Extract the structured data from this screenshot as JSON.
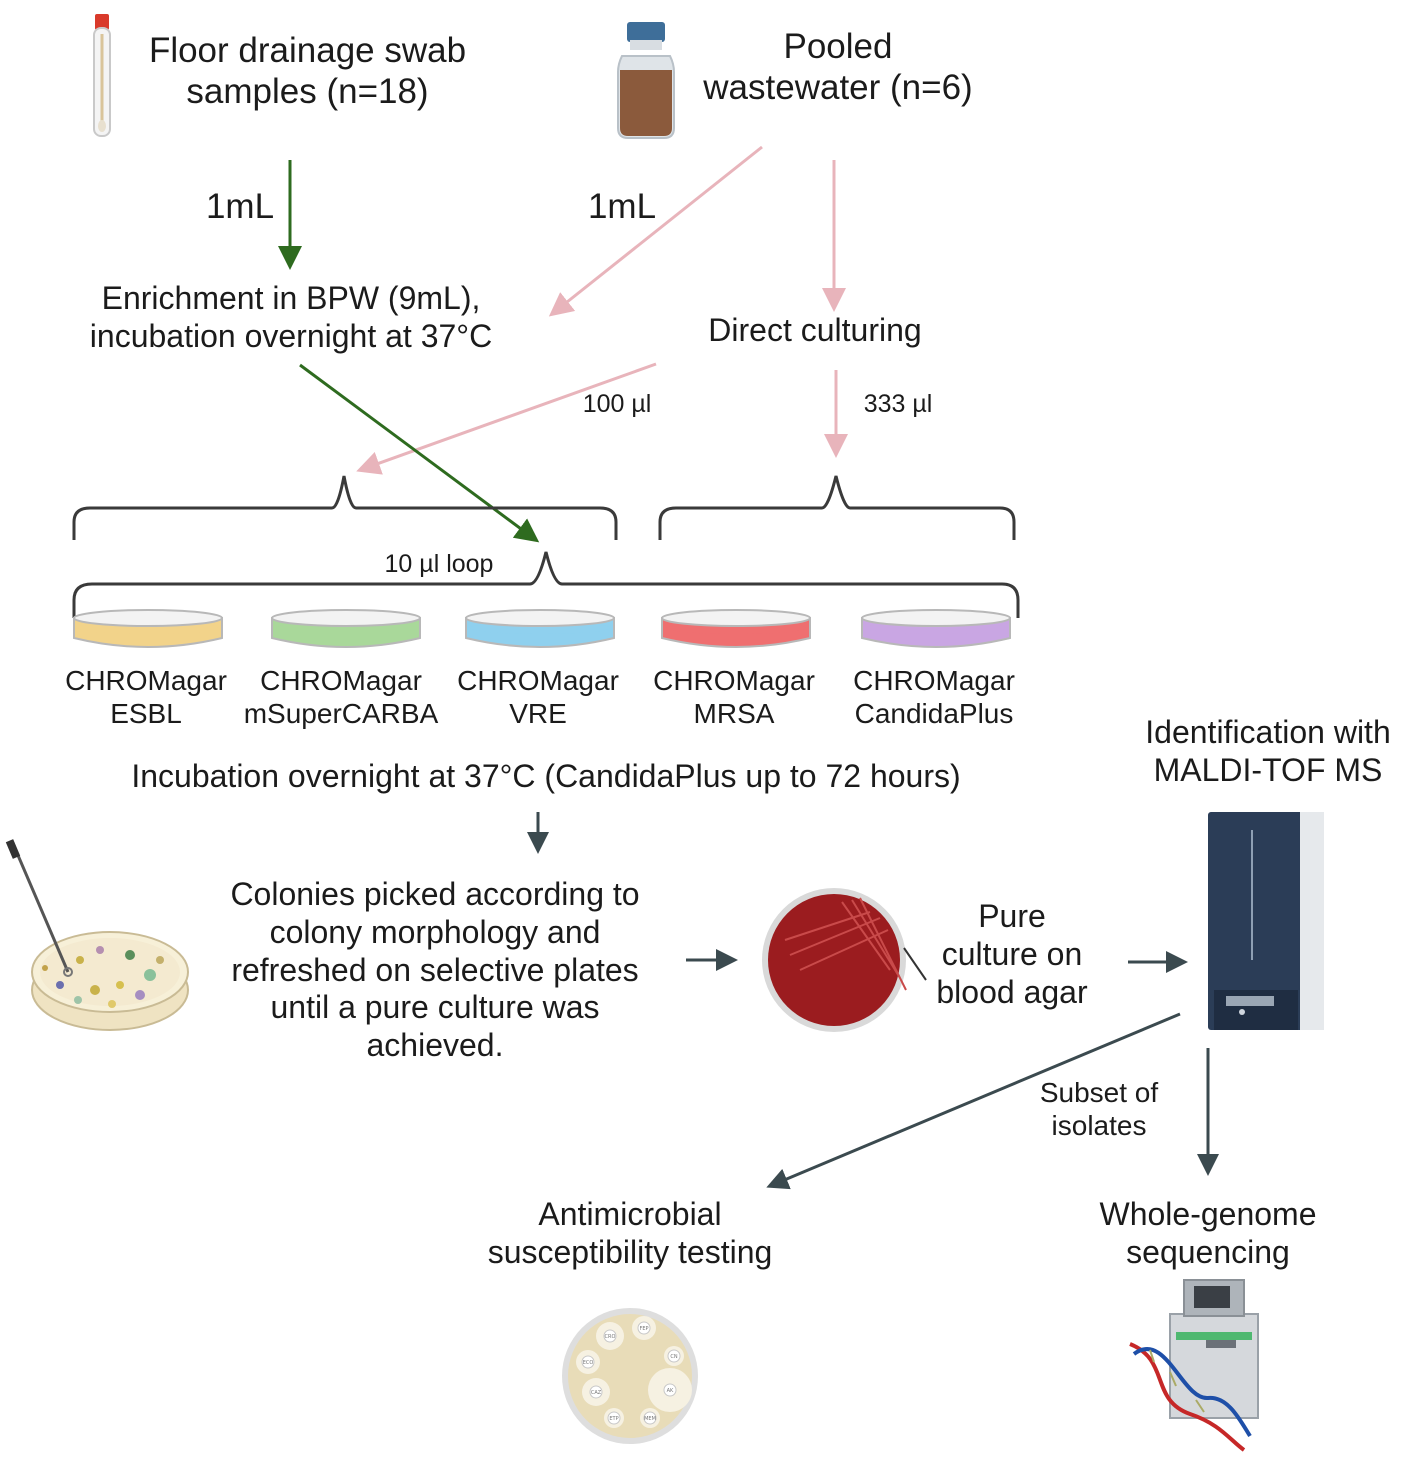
{
  "sources": {
    "swab": "Floor drainage swab\nsamples (n=18)",
    "wastewater": "Pooled\nwastewater (n=6)"
  },
  "volumes": {
    "swab_volume": "1mL",
    "wastewater_volume": "1mL",
    "direct_left_volume": "100 µl",
    "direct_right_volume": "333 µl",
    "loop": "10 µl loop"
  },
  "steps": {
    "enrichment": "Enrichment in BPW (9mL),\nincubation overnight at 37°C",
    "direct": "Direct culturing",
    "incubation": "Incubation overnight at 37°C (CandidaPlus up to 72 hours)",
    "colonies": "Colonies picked according to\ncolony morphology and\nrefreshed on selective plates\nuntil a pure culture was\nachieved.",
    "pure_culture": "Pure\nculture on\nblood agar",
    "maldi": "Identification with\nMALDI-TOF MS",
    "subset": "Subset of\nisolates",
    "ast": "Antimicrobial\nsusceptibility testing",
    "wgs": "Whole-genome\nsequencing"
  },
  "plates": [
    {
      "label": "CHROMagar\nESBL",
      "color": "#f2d38a"
    },
    {
      "label": "CHROMagar\nmSuperCARBA",
      "color": "#a9d89a"
    },
    {
      "label": "CHROMagar\nVRE",
      "color": "#8fd0ee"
    },
    {
      "label": "CHROMagar\nMRSA",
      "color": "#ef6f70"
    },
    {
      "label": "CHROMagar\nCandidaPlus",
      "color": "#c9a6e3"
    }
  ],
  "ast_discs": [
    "CRO",
    "FEP",
    "ECO",
    "CN",
    "CAZ",
    "AK",
    "ETP",
    "MEM"
  ],
  "colors": {
    "green_arrow": "#2e6b1f",
    "pink_arrow": "#e8b4bb",
    "dark_arrow": "#3b4a4f",
    "blood_agar": "#9b1c1f",
    "instrument": "#2b3d57"
  }
}
